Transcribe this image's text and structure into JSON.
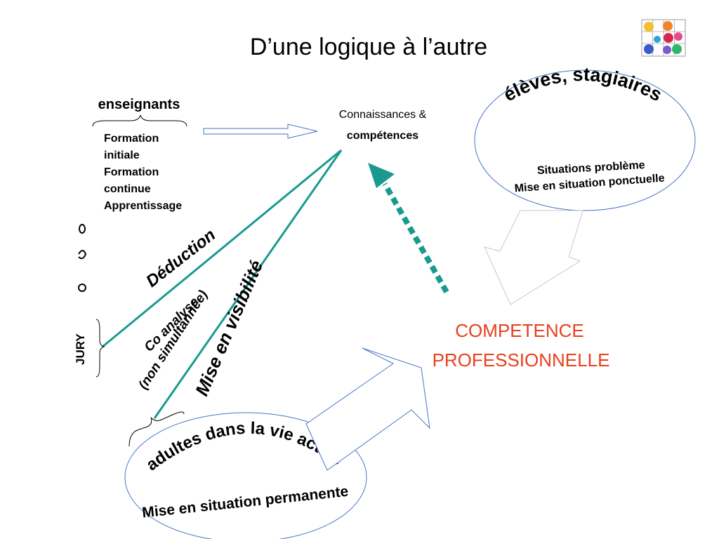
{
  "slide": {
    "title": "D’une logique à l’autre",
    "logo_icon": "puzzle-pieces-icon"
  },
  "teachers": {
    "heading": "enseignants",
    "items": [
      "Formation",
      "initiale",
      "Formation",
      "continue",
      "Apprentissage"
    ]
  },
  "target": {
    "line1": "Connaissances &",
    "line2": "compétences"
  },
  "students": {
    "arc_text": "élèves, stagiaires",
    "line1": "Situations problème",
    "line2": "Mise en situation ponctuelle"
  },
  "adults": {
    "arc_text": "adultes dans la vie active",
    "line1": "Mise en situation permanente"
  },
  "competence": {
    "line1": "COMPETENCE",
    "line2": "PROFESSIONNELLE",
    "color": "#e8401c"
  },
  "labels": {
    "deduction": "Déduction",
    "co_analyse_1": "Co analyse",
    "co_analyse_2": "(non simultannée)",
    "visibilite": "Mise en visibilité",
    "jury": "JURY"
  },
  "colors": {
    "teal": "#1a9a8e",
    "outline_blue": "#4a72c9"
  }
}
